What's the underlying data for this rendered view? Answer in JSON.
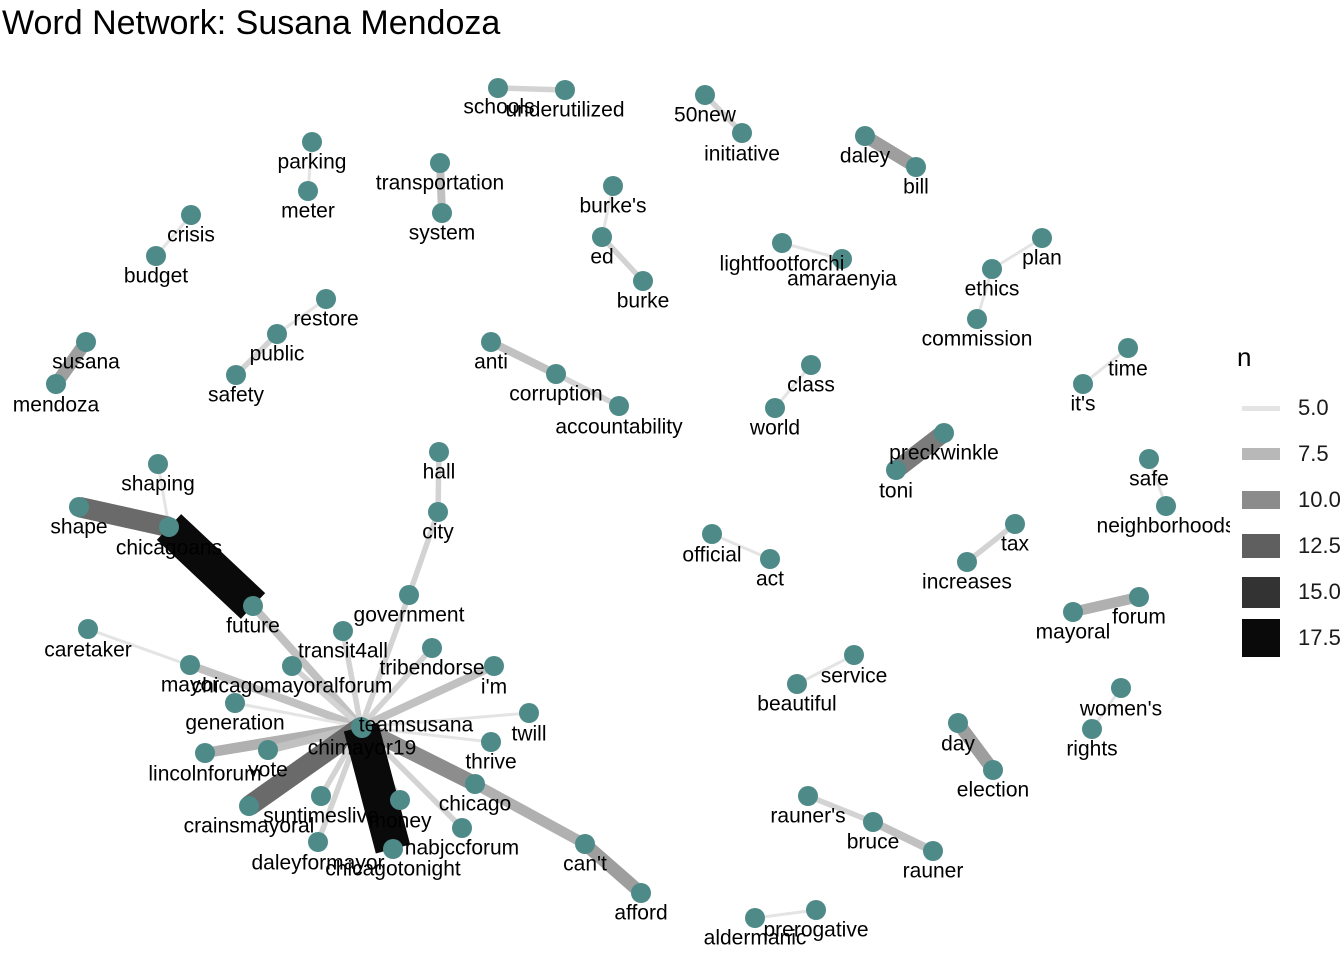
{
  "title": "Word Network: Susana Mendoza",
  "node_color": "#4e8a88",
  "legend": {
    "title": "n",
    "items": [
      {
        "label": "5.0",
        "n": 5.0,
        "color": "#e4e4e4"
      },
      {
        "label": "7.5",
        "n": 7.5,
        "color": "#b8b8b8"
      },
      {
        "label": "10.0",
        "n": 10.0,
        "color": "#8b8b8b"
      },
      {
        "label": "12.5",
        "n": 12.5,
        "color": "#5f5f5f"
      },
      {
        "label": "15.0",
        "n": 15.0,
        "color": "#333333"
      },
      {
        "label": "17.5",
        "n": 17.5,
        "color": "#0a0a0a"
      }
    ]
  },
  "nodes": [
    "schools",
    "underutilized",
    "50new",
    "initiative",
    "daley",
    "bill",
    "parking",
    "meter",
    "transportation",
    "system",
    "burke's",
    "ed",
    "burke",
    "crisis",
    "budget",
    "lightfootforchi",
    "amaraenyia",
    "plan",
    "ethics",
    "commission",
    "restore",
    "public",
    "safety",
    "susana",
    "mendoza",
    "anti",
    "corruption",
    "accountability",
    "time",
    "it's",
    "class",
    "world",
    "hall",
    "city",
    "preckwinkle",
    "toni",
    "safe",
    "neighborhoods",
    "shaping",
    "shape",
    "chicagoans",
    "future",
    "official",
    "act",
    "tax",
    "increases",
    "forum",
    "mayoral",
    "government",
    "caretaker",
    "transit4all",
    "tribendorse",
    "i'm",
    "mayor",
    "chicagomayoralforum",
    "generation",
    "teamsusana",
    "twill",
    "chimayor19",
    "lincolnforum",
    "vote",
    "thrive",
    "service",
    "beautiful",
    "women's",
    "rights",
    "day",
    "election",
    "crainsmayoral",
    "suntimeslive",
    "chicago",
    "money",
    "nabjccforum",
    "daleyformayor",
    "chicagotonight",
    "can't",
    "afford",
    "rauner's",
    "bruce",
    "rauner",
    "aldermanic",
    "prerogative"
  ],
  "edges": [
    {
      "from": "schools",
      "to": "underutilized",
      "n": 6
    },
    {
      "from": "50new",
      "to": "initiative",
      "n": 6
    },
    {
      "from": "daley",
      "to": "bill",
      "n": 9
    },
    {
      "from": "parking",
      "to": "meter",
      "n": 5
    },
    {
      "from": "transportation",
      "to": "system",
      "n": 7
    },
    {
      "from": "burke's",
      "to": "ed",
      "n": 5
    },
    {
      "from": "ed",
      "to": "burke",
      "n": 6
    },
    {
      "from": "crisis",
      "to": "budget",
      "n": 5
    },
    {
      "from": "lightfootforchi",
      "to": "amaraenyia",
      "n": 5
    },
    {
      "from": "plan",
      "to": "ethics",
      "n": 5
    },
    {
      "from": "ethics",
      "to": "commission",
      "n": 5
    },
    {
      "from": "restore",
      "to": "public",
      "n": 5
    },
    {
      "from": "public",
      "to": "safety",
      "n": 6
    },
    {
      "from": "susana",
      "to": "mendoza",
      "n": 9
    },
    {
      "from": "anti",
      "to": "corruption",
      "n": 7
    },
    {
      "from": "corruption",
      "to": "accountability",
      "n": 6
    },
    {
      "from": "time",
      "to": "it's",
      "n": 5
    },
    {
      "from": "class",
      "to": "world",
      "n": 5
    },
    {
      "from": "hall",
      "to": "city",
      "n": 6
    },
    {
      "from": "city",
      "to": "government",
      "n": 6
    },
    {
      "from": "preckwinkle",
      "to": "toni",
      "n": 11
    },
    {
      "from": "safe",
      "to": "neighborhoods",
      "n": 5
    },
    {
      "from": "shaping",
      "to": "chicagoans",
      "n": 5
    },
    {
      "from": "shape",
      "to": "chicagoans",
      "n": 12
    },
    {
      "from": "chicagoans",
      "to": "future",
      "n": 18
    },
    {
      "from": "official",
      "to": "act",
      "n": 5
    },
    {
      "from": "tax",
      "to": "increases",
      "n": 6
    },
    {
      "from": "forum",
      "to": "mayoral",
      "n": 8
    },
    {
      "from": "government",
      "to": "teamsusana",
      "n": 6
    },
    {
      "from": "future",
      "to": "teamsusana",
      "n": 7
    },
    {
      "from": "caretaker",
      "to": "teamsusana",
      "n": 5
    },
    {
      "from": "transit4all",
      "to": "teamsusana",
      "n": 6
    },
    {
      "from": "tribendorse",
      "to": "teamsusana",
      "n": 6
    },
    {
      "from": "i'm",
      "to": "teamsusana",
      "n": 7
    },
    {
      "from": "mayor",
      "to": "teamsusana",
      "n": 7
    },
    {
      "from": "chicagomayoralforum",
      "to": "teamsusana",
      "n": 6
    },
    {
      "from": "generation",
      "to": "teamsusana",
      "n": 5
    },
    {
      "from": "twill",
      "to": "teamsusana",
      "n": 5
    },
    {
      "from": "chimayor19",
      "to": "teamsusana",
      "n": 5
    },
    {
      "from": "lincolnforum",
      "to": "teamsusana",
      "n": 8
    },
    {
      "from": "vote",
      "to": "teamsusana",
      "n": 7
    },
    {
      "from": "thrive",
      "to": "teamsusana",
      "n": 5
    },
    {
      "from": "crainsmayoral",
      "to": "teamsusana",
      "n": 12
    },
    {
      "from": "suntimeslive",
      "to": "teamsusana",
      "n": 6
    },
    {
      "from": "chicago",
      "to": "teamsusana",
      "n": 10
    },
    {
      "from": "money",
      "to": "teamsusana",
      "n": 6
    },
    {
      "from": "nabjccforum",
      "to": "teamsusana",
      "n": 6
    },
    {
      "from": "daleyformayor",
      "to": "teamsusana",
      "n": 6
    },
    {
      "from": "chicagotonight",
      "to": "teamsusana",
      "n": 18
    },
    {
      "from": "chicago",
      "to": "can't",
      "n": 8
    },
    {
      "from": "can't",
      "to": "afford",
      "n": 9
    },
    {
      "from": "service",
      "to": "beautiful",
      "n": 5
    },
    {
      "from": "women's",
      "to": "rights",
      "n": 5
    },
    {
      "from": "day",
      "to": "election",
      "n": 9
    },
    {
      "from": "rauner's",
      "to": "bruce",
      "n": 6
    },
    {
      "from": "bruce",
      "to": "rauner",
      "n": 7
    },
    {
      "from": "aldermanic",
      "to": "prerogative",
      "n": 5
    }
  ]
}
